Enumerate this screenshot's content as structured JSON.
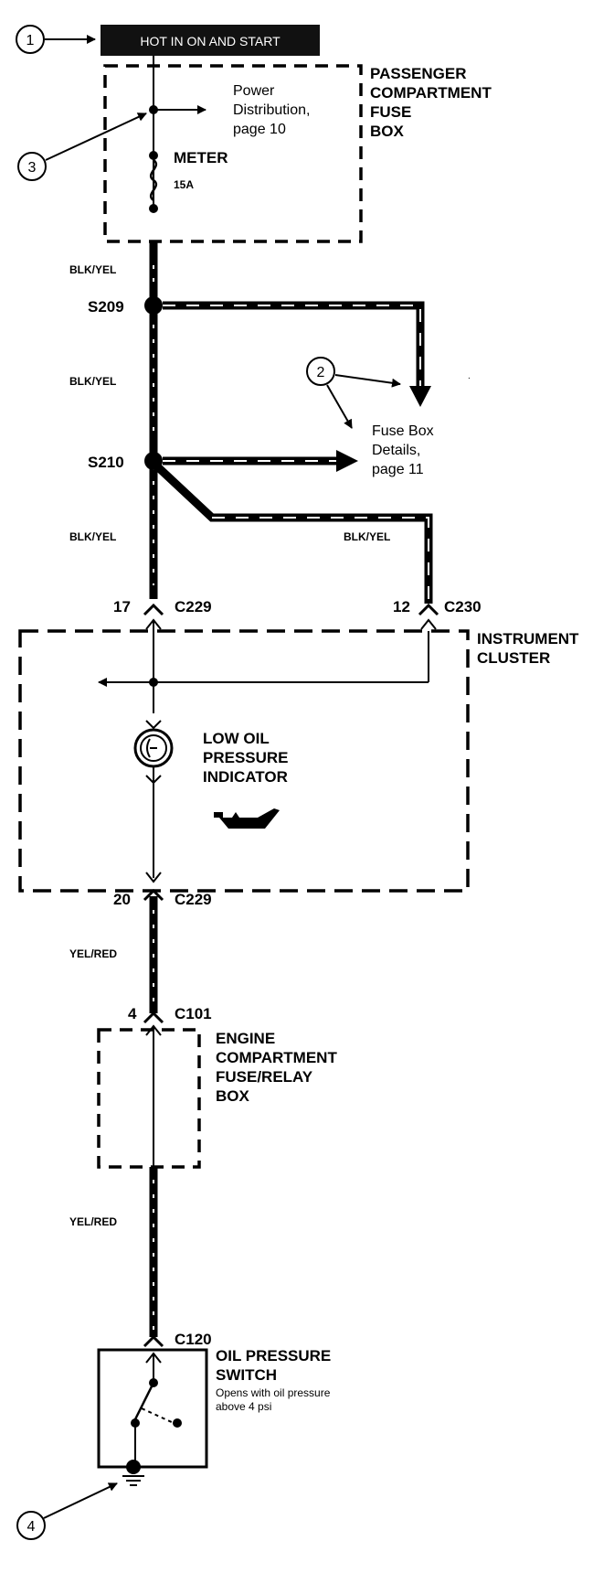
{
  "header_bar": {
    "text": "HOT IN ON AND START"
  },
  "callouts": [
    "1",
    "2",
    "3",
    "4"
  ],
  "passenger_box": {
    "line1": "PASSENGER",
    "line2": "COMPARTMENT",
    "line3": "FUSE",
    "line4": "BOX"
  },
  "power_dist": {
    "line1": "Power",
    "line2": "Distribution,",
    "line3": "page 10"
  },
  "fuse": {
    "name": "METER",
    "rating": "15A"
  },
  "wires": {
    "w1": "BLK/YEL",
    "w2": "BLK/YEL",
    "w3": "BLK/YEL",
    "w4": "BLK/YEL",
    "w5": "YEL/RED",
    "w6": "YEL/RED"
  },
  "splices": {
    "s209": "S209",
    "s210": "S210"
  },
  "fuse_details": {
    "line1": "Fuse Box",
    "line2": "Details,",
    "line3": "page 11"
  },
  "connectors": {
    "c229_top": {
      "pin": "17",
      "name": "C229"
    },
    "c230": {
      "pin": "12",
      "name": "C230"
    },
    "c229_bottom": {
      "pin": "20",
      "name": "C229"
    },
    "c101": {
      "pin": "4",
      "name": "C101"
    },
    "c120": {
      "name": "C120"
    }
  },
  "instrument_cluster": {
    "line1": "INSTRUMENT",
    "line2": "CLUSTER"
  },
  "indicator": {
    "line1": "LOW OIL",
    "line2": "PRESSURE",
    "line3": "INDICATOR",
    "icon": "oil-can-icon"
  },
  "engine_box": {
    "line1": "ENGINE",
    "line2": "COMPARTMENT",
    "line3": "FUSE/RELAY",
    "line4": "BOX"
  },
  "oil_switch": {
    "line1": "OIL PRESSURE",
    "line2": "SWITCH",
    "note1": "Opens with oil pressure",
    "note2": "above 4 psi"
  }
}
